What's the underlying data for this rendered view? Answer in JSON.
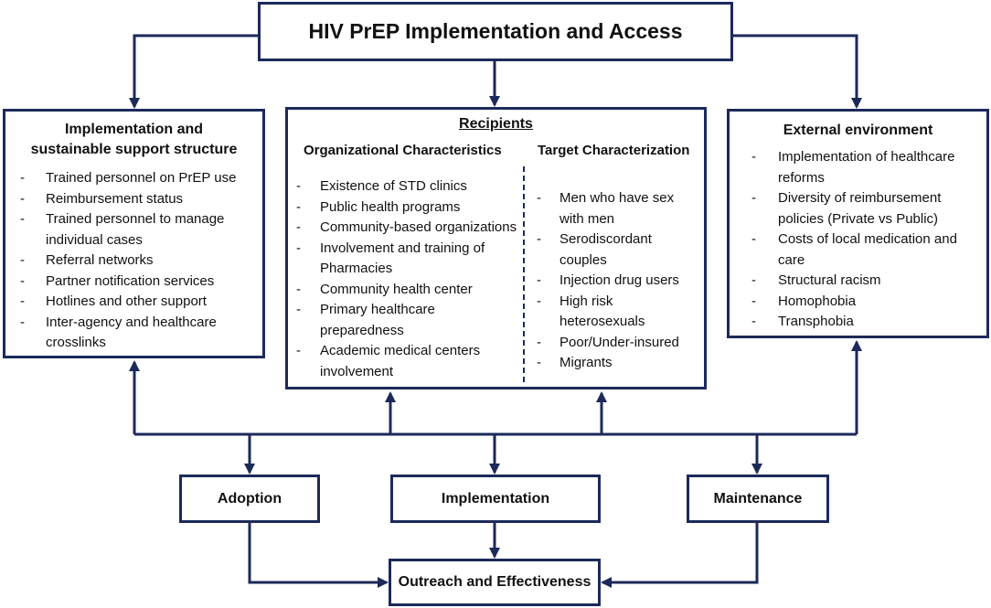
{
  "title": "HIV PrEP Implementation and Access",
  "implementation": {
    "heading_line1": "Implementation and",
    "heading_line2": "sustainable support structure",
    "items": [
      "Trained personnel on PrEP use",
      "Reimbursement status",
      "Trained personnel to manage",
      "individual cases",
      "Referral networks",
      "Partner notification services",
      "Hotlines and other support",
      "Inter-agency and healthcare",
      "crosslinks"
    ]
  },
  "recipients": {
    "heading": "Recipients",
    "organizational": {
      "heading": "Organizational Characteristics",
      "items": [
        "Existence of STD clinics",
        "Public health programs",
        "Community-based organizations",
        "Involvement and training of",
        "Pharmacies",
        "Community health center",
        "Primary healthcare",
        "preparedness",
        "Academic medical centers",
        "involvement"
      ]
    },
    "target": {
      "heading": "Target Characterization",
      "items": [
        "Men who have sex",
        "with men",
        "Serodiscordant",
        "couples",
        "Injection drug users",
        "High risk",
        "heterosexuals",
        "Poor/Under-insured",
        "Migrants"
      ]
    }
  },
  "external": {
    "heading": "External environment",
    "items": [
      "Implementation of healthcare",
      "reforms",
      "Diversity of reimbursement",
      "policies (Private vs Public)",
      "Costs of local medication and",
      "care",
      "Structural racism",
      "Homophobia",
      "Transphobia"
    ]
  },
  "stages": {
    "adoption": "Adoption",
    "implementation": "Implementation",
    "maintenance": "Maintenance",
    "outreach": "Outreach and Effectiveness"
  },
  "colors": {
    "border": "#1c2a5a",
    "arrow": "#1c2a5a"
  }
}
